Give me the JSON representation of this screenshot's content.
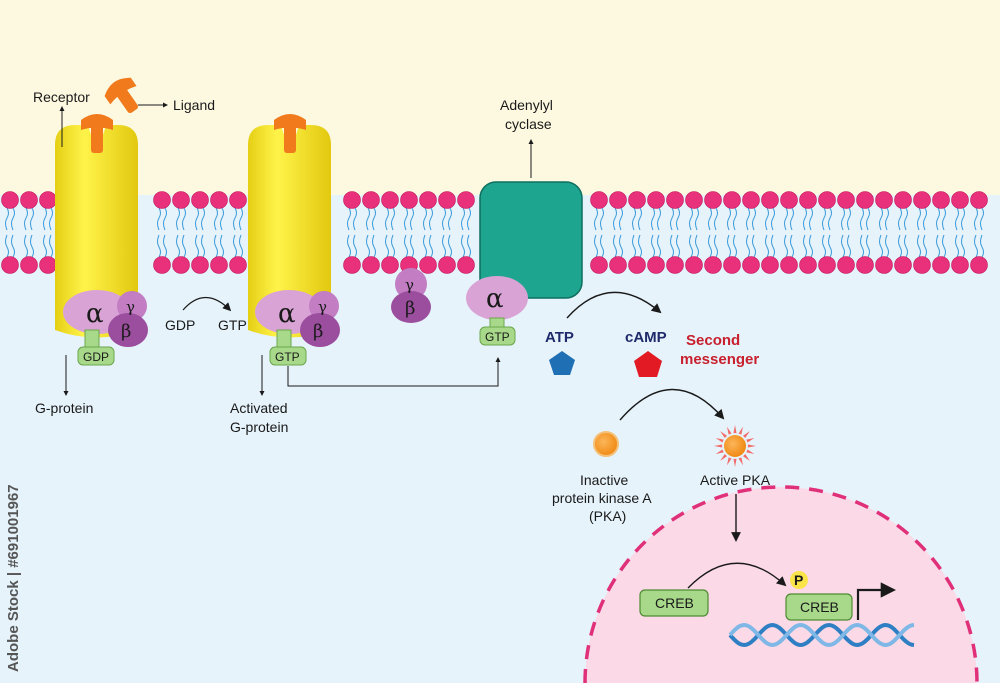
{
  "labels": {
    "receptor": "Receptor",
    "ligand": "Ligand",
    "g_protein": "G-protein",
    "activated_g_protein_line1": "Activated",
    "activated_g_protein_line2": "G-protein",
    "adenylyl_cyclase_line1": "Adenylyl",
    "adenylyl_cyclase_line2": "cyclase",
    "gdp": "GDP",
    "gtp": "GTP",
    "atp": "ATP",
    "camp": "cAMP",
    "second_messenger_line1": "Second",
    "second_messenger_line2": "messenger",
    "inactive_pka_line1": "Inactive",
    "inactive_pka_line2": "protein kinase A",
    "inactive_pka_line3": "(PKA)",
    "active_pka": "Active PKA",
    "creb": "CREB",
    "phosphate": "P",
    "alpha": "α",
    "beta": "β",
    "gamma": "γ"
  },
  "watermark": "Adobe Stock | #691001967",
  "colors": {
    "extracellular": "#fdf9e1",
    "cytoplasm": "#e6f3fb",
    "phospholipid_head": "#e8317a",
    "lipid_tail": "#3a9ad9",
    "receptor": "#f7e51e",
    "ligand": "#f07a1c",
    "alpha_subunit": "#d9a3d6",
    "beta_subunit": "#9b4d9e",
    "gamma_subunit": "#c27dc3",
    "gdp_gtp": "#a8d98a",
    "adenylyl_cyclase": "#1ea58f",
    "atp": "#1f6fb4",
    "camp": "#e21a23",
    "second_messenger_text": "#c8202d",
    "pka": "#f7941d",
    "nucleus": "#fbd9e6",
    "nucleus_border": "#e0307a",
    "creb": "#a8d98a",
    "dna": "#3b8fd1"
  }
}
